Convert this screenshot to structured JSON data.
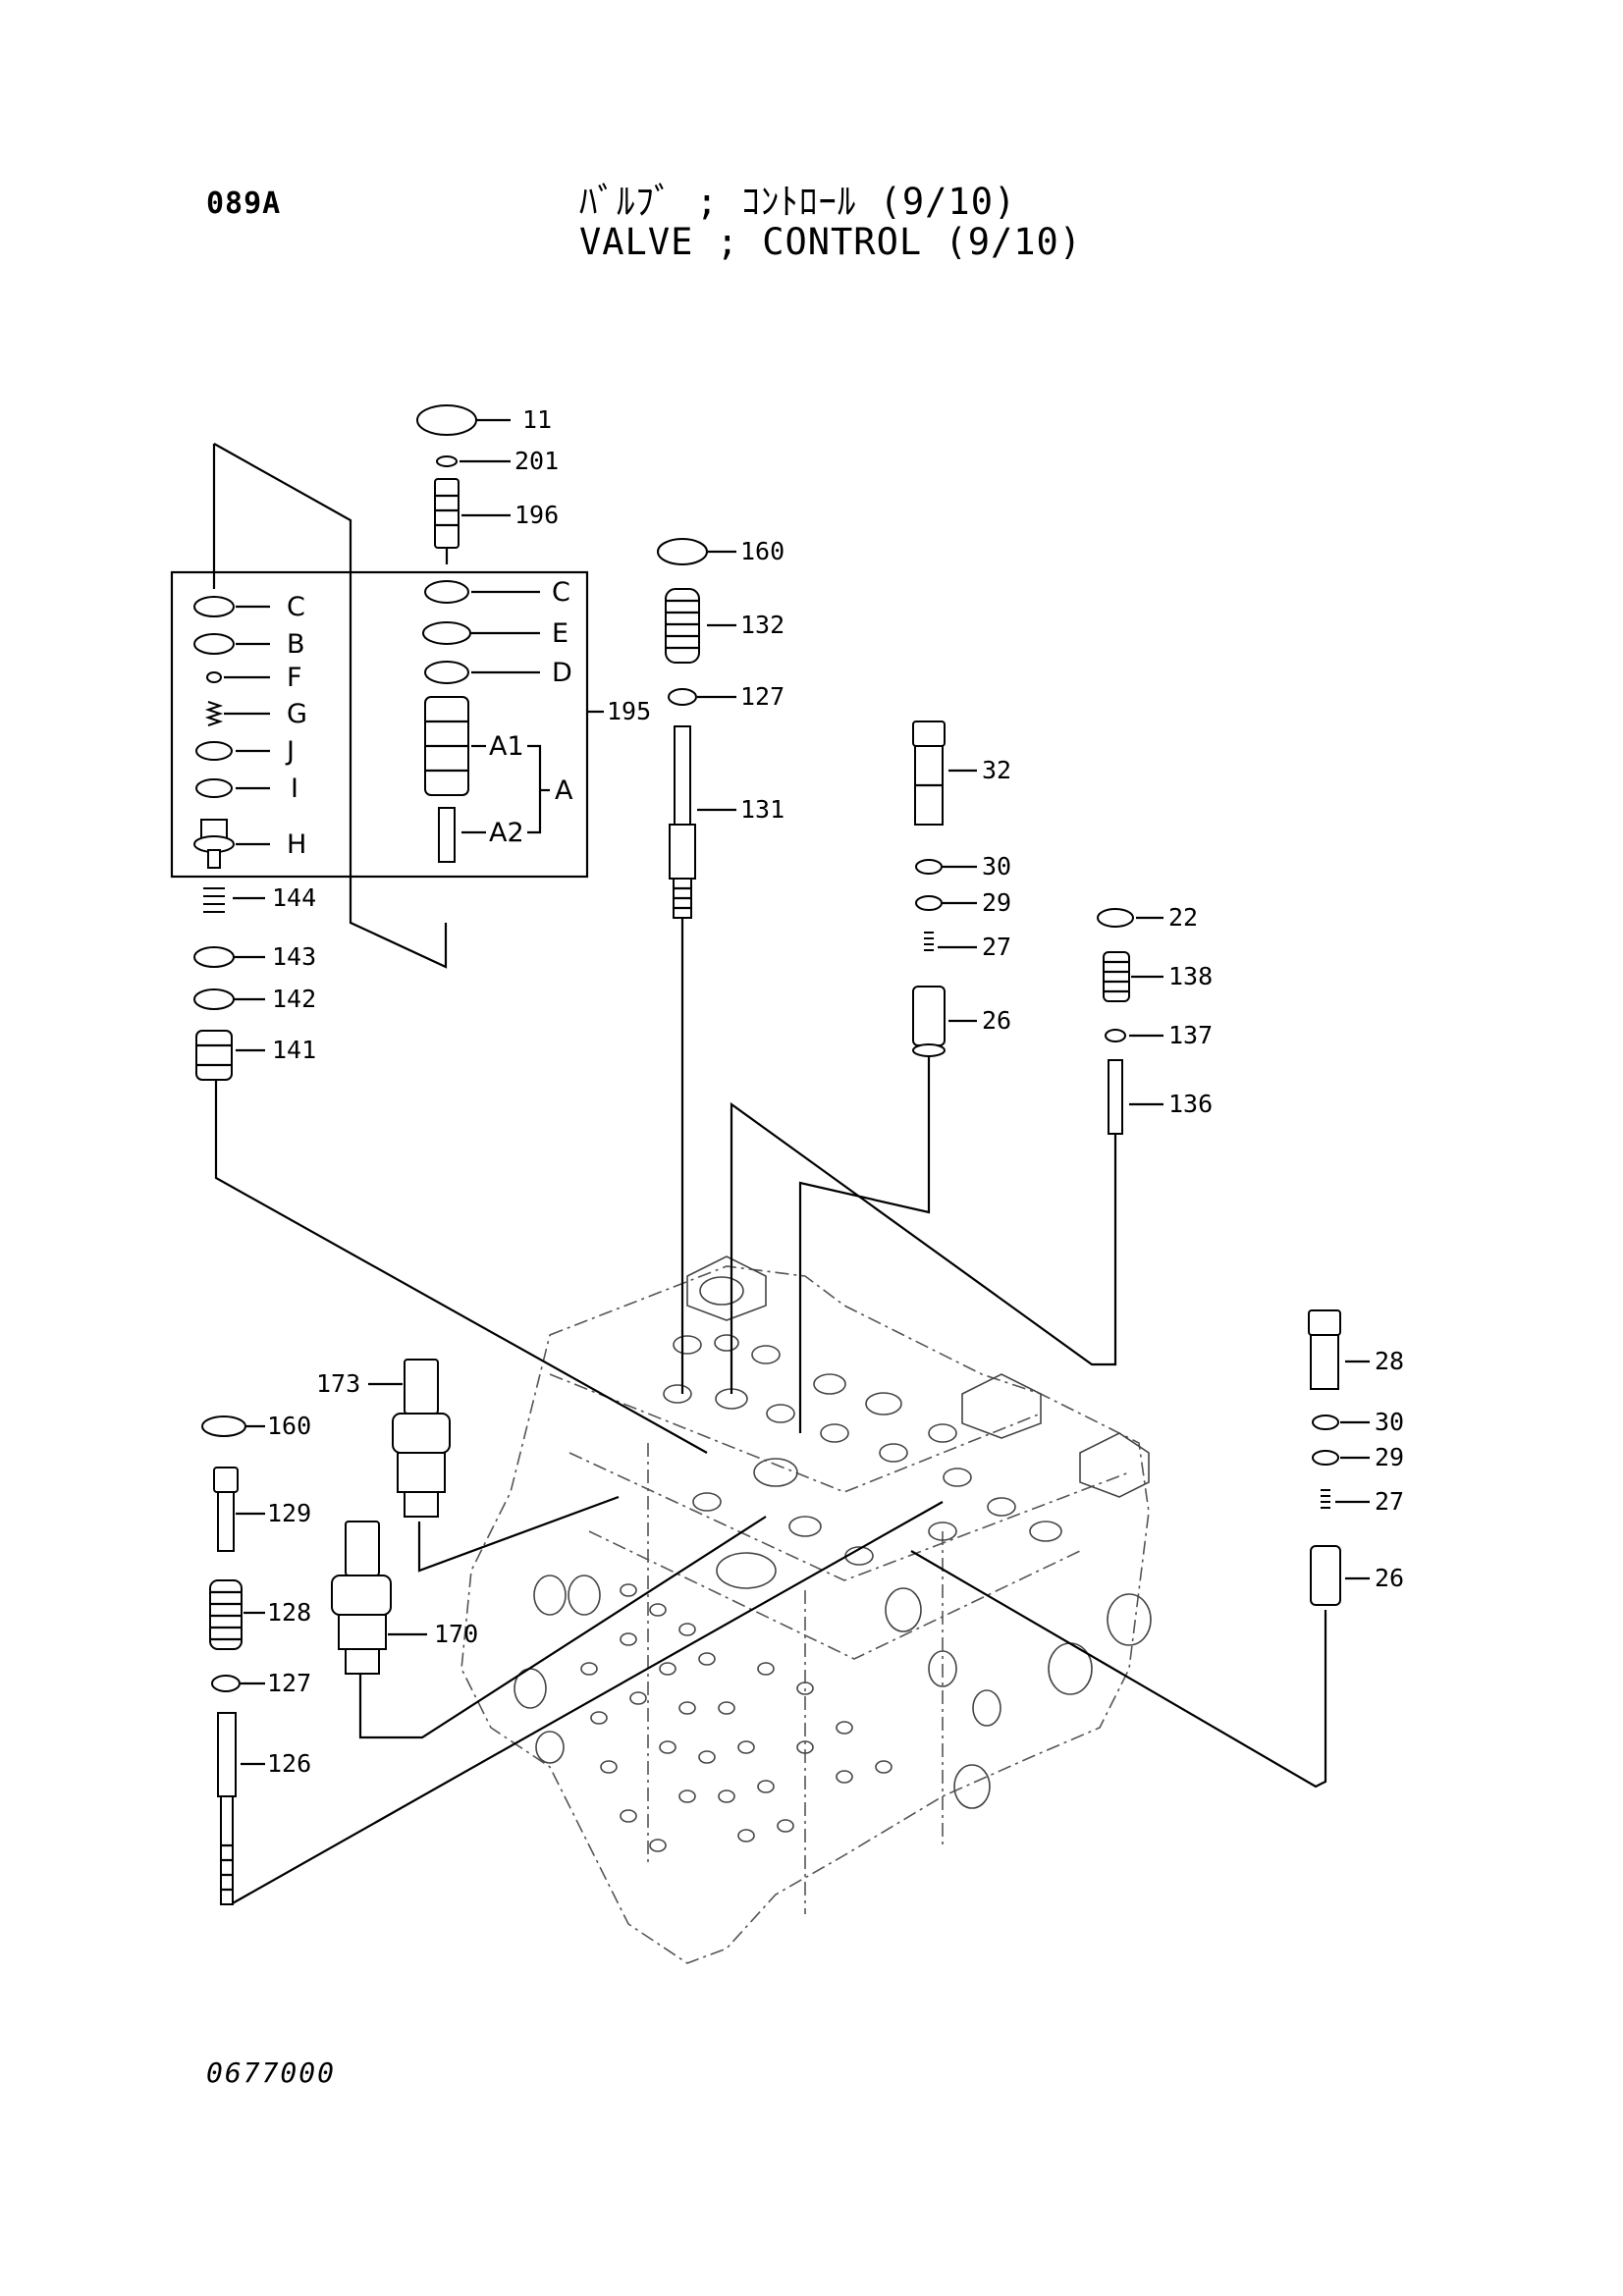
{
  "header": {
    "page_code": "089A",
    "title_jp": "ﾊﾞﾙﾌﾞ ; ｺﾝﾄﾛｰﾙ (9/10)",
    "title_en": "VALVE ; CONTROL (9/10)"
  },
  "footer": {
    "drawing_number": "0677000"
  },
  "callouts": {
    "c11": "11",
    "c201": "201",
    "c196": "196",
    "c195": "195",
    "c160a": "160",
    "c132": "132",
    "c127a": "127",
    "c131": "131",
    "c32": "32",
    "c30a": "30",
    "c29a": "29",
    "c27a": "27",
    "c26a": "26",
    "c22": "22",
    "c138": "138",
    "c137": "137",
    "c136": "136",
    "c144": "144",
    "c143": "143",
    "c142": "142",
    "c141": "141",
    "c173": "173",
    "c160b": "160",
    "c129": "129",
    "c170": "170",
    "c128": "128",
    "c127b": "127",
    "c126": "126",
    "c28": "28",
    "c30b": "30",
    "c29b": "29",
    "c27b": "27",
    "c26b": "26"
  },
  "letters": {
    "lC1": "C",
    "lB": "B",
    "lF": "F",
    "lG": "G",
    "lJ": "J",
    "lI": "I",
    "lH": "H",
    "lC2": "C",
    "lE": "E",
    "lD": "D",
    "lA1": "A1",
    "lA2": "A2",
    "lA": "A"
  }
}
